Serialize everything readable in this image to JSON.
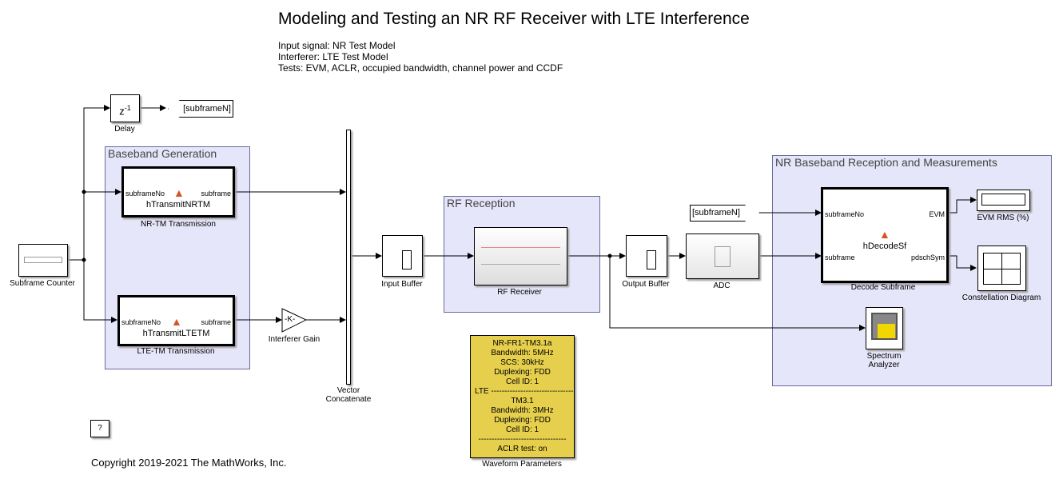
{
  "title": "Modeling and Testing an NR RF Receiver with LTE Interference",
  "description": [
    "Input signal: NR Test Model",
    "Interferer: LTE Test Model",
    "Tests: EVM, ACLR, occupied bandwidth, channel power and CCDF"
  ],
  "areas": {
    "baseband": "Baseband Generation",
    "rf": "RF Reception",
    "nr": "NR Baseband Reception and Measurements"
  },
  "blocks": {
    "delay": {
      "label": "Delay",
      "glyph": "z",
      "sup": "-1"
    },
    "goto_tag": "[subframeN]",
    "from_tag": "[subframeN]",
    "subframe_counter": "Subframe Counter",
    "nrtm": {
      "label": "NR-TM Transmission",
      "fn": "hTransmitNRTM",
      "in": "subframeNo",
      "out": "subframe"
    },
    "ltetm": {
      "label": "LTE-TM Transmission",
      "fn": "hTransmitLTETM",
      "in": "subframeNo",
      "out": "subframe"
    },
    "gain": {
      "label": "Interferer Gain",
      "glyph": "-K-"
    },
    "concat": {
      "label": "Vector\nConcatenate"
    },
    "input_buffer": "Input Buffer",
    "rf_receiver": "RF Receiver",
    "output_buffer": "Output Buffer",
    "adc": "ADC",
    "decode": {
      "label": "Decode Subframe",
      "fn": "hDecodeSf",
      "in1": "subframeNo",
      "in2": "subframe",
      "out1": "EVM",
      "out2": "pdschSym"
    },
    "evm": "EVM RMS (%)",
    "constellation": "Constellation Diagram",
    "spectrum": "Spectrum\nAnalyzer",
    "help": "?"
  },
  "waveform": {
    "label": "Waveform Parameters",
    "lines": [
      "NR-FR1-TM3.1a",
      "Bandwidth: 5MHz",
      "SCS: 30kHz",
      "Duplexing: FDD",
      "Cell ID: 1",
      "LTE -------------------------------",
      "TM3.1",
      "Bandwidth: 3MHz",
      "Duplexing: FDD",
      "Cell ID: 1",
      "---------------------------------",
      "ACLR test: on"
    ],
    "color": "#e6cf4c"
  },
  "copyright": "Copyright 2019-2021 The MathWorks, Inc."
}
